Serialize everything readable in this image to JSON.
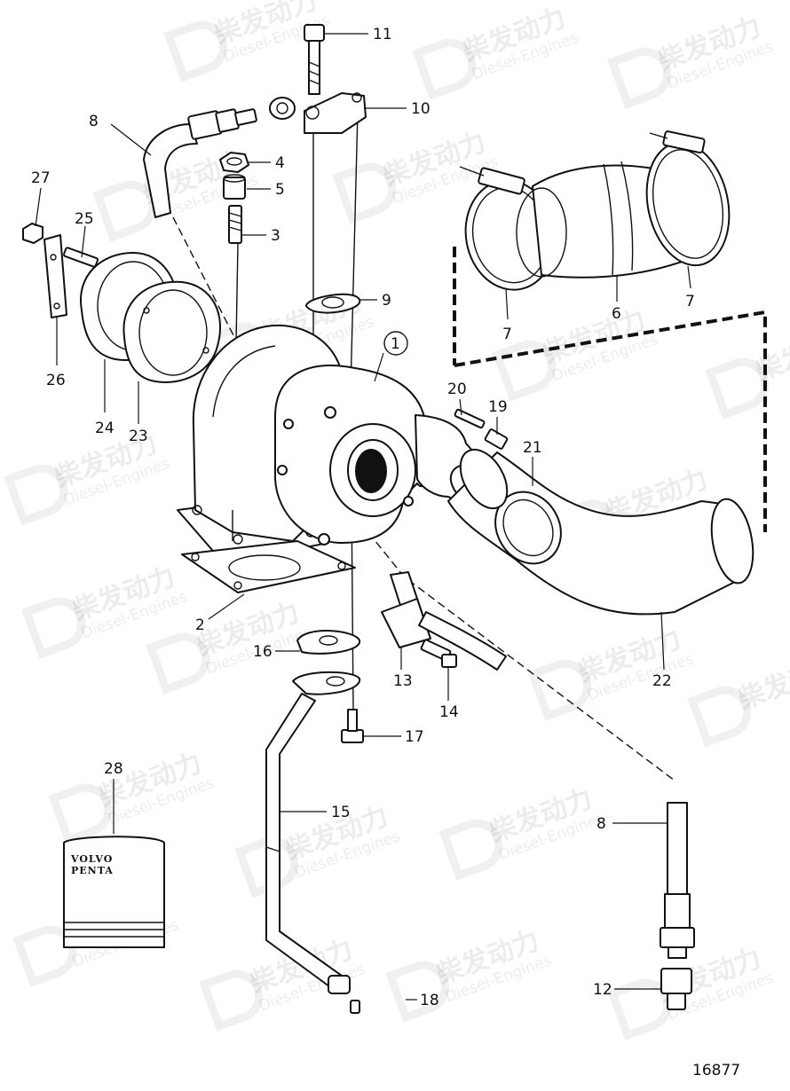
{
  "watermark": {
    "cn": "柴发动力",
    "en": "Diesel-Engines"
  },
  "drawing_number": "16877",
  "package": {
    "line1": "VOLVO",
    "line2": "PENTA"
  },
  "callouts": [
    {
      "id": "c1",
      "text": "1"
    },
    {
      "id": "c2",
      "text": "2"
    },
    {
      "id": "c3",
      "text": "3"
    },
    {
      "id": "c4",
      "text": "4"
    },
    {
      "id": "c5",
      "text": "5"
    },
    {
      "id": "c6",
      "text": "6"
    },
    {
      "id": "c7a",
      "text": "7"
    },
    {
      "id": "c7b",
      "text": "7"
    },
    {
      "id": "c8a",
      "text": "8"
    },
    {
      "id": "c8b",
      "text": "8"
    },
    {
      "id": "c9",
      "text": "9"
    },
    {
      "id": "c10",
      "text": "10"
    },
    {
      "id": "c11",
      "text": "11"
    },
    {
      "id": "c12",
      "text": "12"
    },
    {
      "id": "c13",
      "text": "13"
    },
    {
      "id": "c14",
      "text": "14"
    },
    {
      "id": "c15",
      "text": "15"
    },
    {
      "id": "c16",
      "text": "16"
    },
    {
      "id": "c17",
      "text": "17"
    },
    {
      "id": "c18",
      "text": "18"
    },
    {
      "id": "c19",
      "text": "19"
    },
    {
      "id": "c20",
      "text": "20"
    },
    {
      "id": "c21",
      "text": "21"
    },
    {
      "id": "c22",
      "text": "22"
    },
    {
      "id": "c23",
      "text": "23"
    },
    {
      "id": "c24",
      "text": "24"
    },
    {
      "id": "c25",
      "text": "25"
    },
    {
      "id": "c26",
      "text": "26"
    },
    {
      "id": "c27",
      "text": "27"
    },
    {
      "id": "c28",
      "text": "28"
    }
  ]
}
